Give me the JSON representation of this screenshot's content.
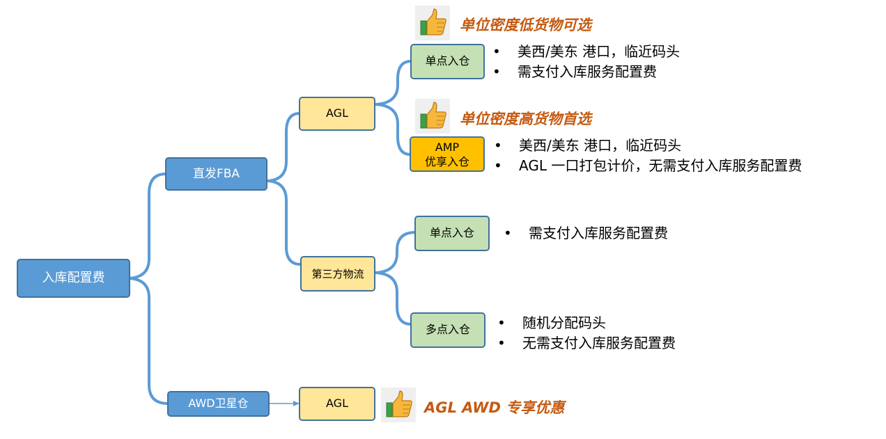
{
  "root": {
    "label": "入库配置费"
  },
  "level1": {
    "direct_fba": "直发FBA",
    "awd": "AWD卫星仓"
  },
  "level2": {
    "agl": "AGL",
    "third_party": "第三方物流",
    "awd_agl": "AGL"
  },
  "level3": {
    "agl_single": "单点入仓",
    "agl_amp_line1": "AMP",
    "agl_amp_line2": "优享入仓",
    "tp_single": "单点入仓",
    "tp_multi": "多点入仓"
  },
  "callouts": {
    "low_density": "单位密度低货物可选",
    "high_density": "单位密度高货物首选",
    "awd_offer": "AGL AWD 专享优惠"
  },
  "details": {
    "agl_single": [
      "美西/美东 港口，临近码头",
      "需支付入库服务配置费"
    ],
    "agl_amp": [
      "美西/美东 港口，临近码头",
      "AGL 一口打包计价，无需支付入库服务配置费"
    ],
    "tp_single": [
      "需支付入库服务配置费"
    ],
    "tp_multi": [
      "随机分配码头",
      "无需支付入库服务配置费"
    ]
  },
  "colors": {
    "blue_node": "#5b9bd5",
    "yellow_node": "#ffe699",
    "green_node": "#c5e0b4",
    "orange_node": "#ffc000",
    "connector": "#5b9bd5",
    "callout_text": "#c55a11"
  },
  "icons": {
    "thumb": "thumbs-up-icon",
    "arrow": "arrow-right-icon"
  }
}
